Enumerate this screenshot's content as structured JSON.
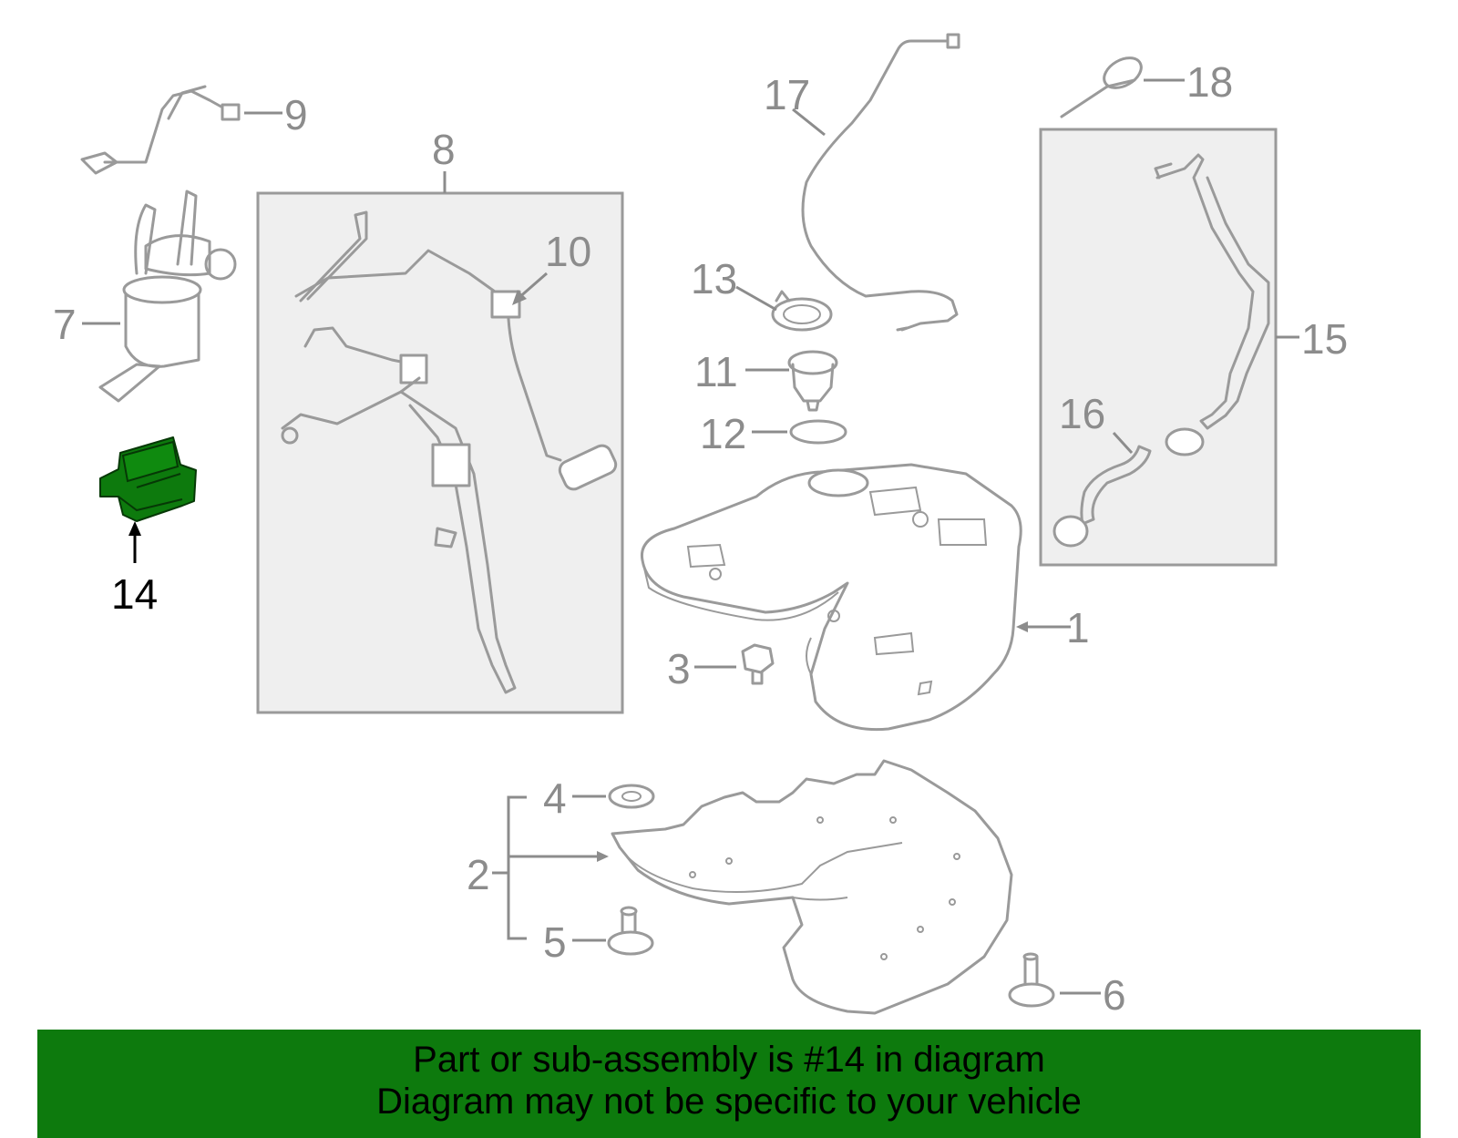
{
  "callouts": {
    "c1": "1",
    "c2": "2",
    "c3": "3",
    "c4": "4",
    "c5": "5",
    "c6": "6",
    "c7": "7",
    "c8": "8",
    "c9": "9",
    "c10": "10",
    "c11": "11",
    "c12": "12",
    "c13": "13",
    "c14": "14",
    "c15": "15",
    "c16": "16",
    "c17": "17",
    "c18": "18"
  },
  "highlighted_part": "14",
  "colors": {
    "highlight": "#0d7a0d",
    "banner": "#0d7a0d",
    "lines": "#9a9a9a",
    "callout_text": "#8c8c8c"
  },
  "banner": {
    "line1": "Part or sub-assembly is #14 in diagram",
    "line2": "Diagram may not be specific to your vehicle"
  }
}
